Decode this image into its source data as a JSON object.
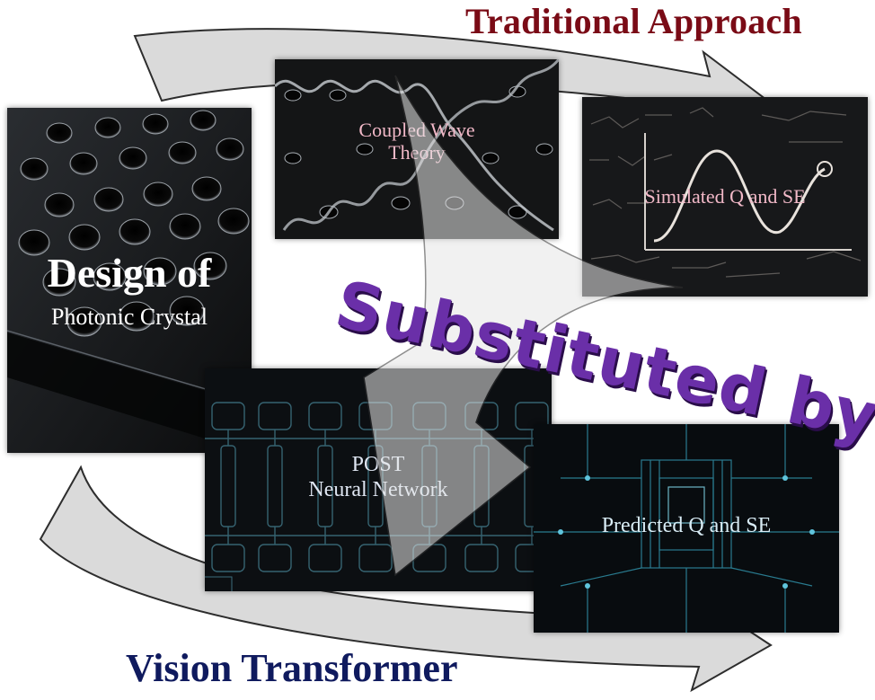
{
  "titles": {
    "traditional": "Traditional Approach",
    "vision": "Vision Transformer",
    "substituted": "Substituted by"
  },
  "panels": {
    "design": {
      "line1": "Design of",
      "line2": "Photonic Crystal"
    },
    "coupled": {
      "line1": "Coupled Wave",
      "line2": "Theory"
    },
    "simulated": {
      "label": "Simulated Q and SE"
    },
    "post": {
      "line1": "POST",
      "line2": "Neural Network"
    },
    "predicted": {
      "label": "Predicted Q and SE"
    }
  },
  "colors": {
    "traditional": "#7a0b16",
    "vision": "#0f1a5e",
    "substituted": "#6a2fa8",
    "arrow_fill": "#d9d9d9",
    "arrow_stroke": "#222222",
    "coupled_text": "#f2b9c8",
    "simulated_text": "#f2b9c8",
    "post_text": "#dfe6f2",
    "predicted_text": "#d8ecf5"
  }
}
